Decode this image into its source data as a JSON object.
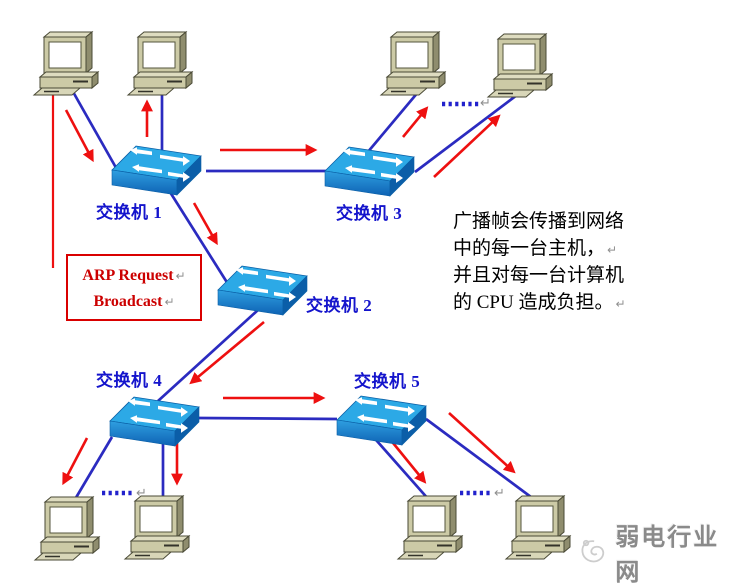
{
  "diagram": {
    "switches": [
      {
        "label": "交换机 1"
      },
      {
        "label": "交换机 2"
      },
      {
        "label": "交换机 3"
      },
      {
        "label": "交换机 4"
      },
      {
        "label": "交换机 5"
      }
    ],
    "callout": {
      "lines": [
        {
          "text": "ARP Request",
          "mark": "↵"
        },
        {
          "text": "Broadcast",
          "mark": "↵"
        }
      ]
    },
    "annotation": {
      "lines": [
        {
          "text": "广播帧会传播到网络",
          "mark": ""
        },
        {
          "text": "中的每一台主机，",
          "mark": "↵"
        },
        {
          "text": "并且对每一台计算机",
          "mark": ""
        },
        {
          "text": "的 CPU 造成负担。",
          "mark": "↵"
        }
      ]
    },
    "return_mark": "↵",
    "colors": {
      "link_blue": "#2B2BC0",
      "arrow_red": "#EE1010",
      "dotted_blue": "#2222CC",
      "label_blue": "#1414CC",
      "callout_red": "#CC0000",
      "switch_top": "#2CA9E6",
      "switch_front": "#1578C8",
      "switch_side": "#0B5EA8",
      "computer_body": "#CCCAA6"
    }
  },
  "watermark": {
    "text": "弱电行业网"
  }
}
